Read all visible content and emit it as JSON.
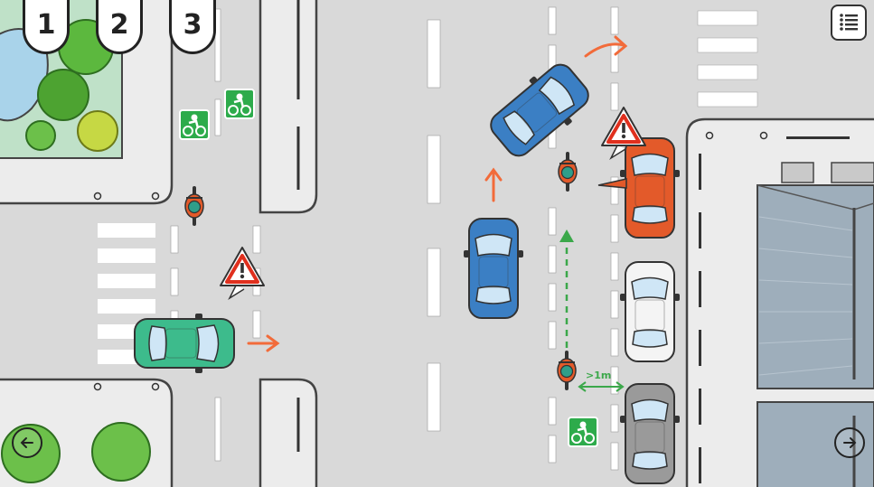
{
  "tabs": [
    {
      "label": "1"
    },
    {
      "label": "2"
    },
    {
      "label": "3"
    }
  ],
  "distance_label": ">1m",
  "icons": {
    "menu": "list-menu-icon",
    "prev": "arrow-left-circle-icon",
    "next": "arrow-right-circle-icon",
    "warning": "warning-triangle-icon",
    "bike_lane": "bicycle-lane-sign-icon"
  },
  "colors": {
    "road": "#d9d9d9",
    "sidewalk": "#ececec",
    "curb": "#555555",
    "arrow": "#f26b3a",
    "green_car": "#3dbb8c",
    "blue_car": "#3b7fc4",
    "red_car": "#e35a2a",
    "white_car": "#f4f4f4",
    "gray_car": "#9a9a9a",
    "bike_sign": "#2dab4b",
    "distance": "#3ba84a",
    "warning_red": "#e0301e"
  }
}
